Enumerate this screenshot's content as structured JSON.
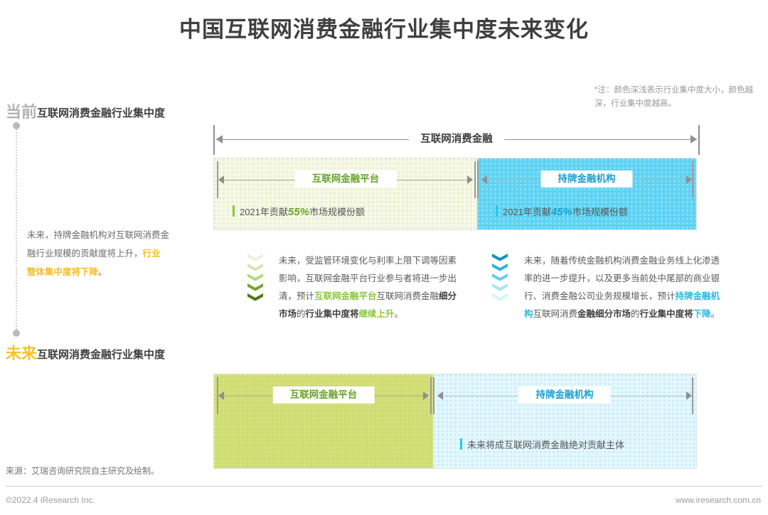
{
  "title": "中国互联网消费金融行业集中度未来变化",
  "note": "*注：颜色深浅表示行业集中度大小，颜色越深，行业集中度越高。",
  "sections": {
    "current": {
      "badge": "当前",
      "label": "互联网消费金融行业集中度"
    },
    "future": {
      "badge": "未来",
      "label": "互联网消费金融行业集中度"
    }
  },
  "left_paragraph": {
    "part1": "未来，持牌金融机构对互联网消费金融行业规模的贡献度将上升，",
    "highlight": "行业整体集中度将下降",
    "part2": "。"
  },
  "current_chart": {
    "overall_label": "互联网消费金融",
    "segments": [
      {
        "label": "互联网金融平台",
        "note_prefix": "2021年贡献",
        "note_value": "55%",
        "note_suffix": "市场规模份额",
        "share": 55,
        "color": "#8cc63e",
        "fill": "light-green"
      },
      {
        "label": "持牌金融机构",
        "note_prefix": "2021年贡献",
        "note_value": "45%",
        "note_suffix": "市场规模份额",
        "share": 45,
        "color": "#22b6e0",
        "fill": "dark-blue"
      }
    ]
  },
  "future_chart": {
    "segments": [
      {
        "label": "互联网金融平台",
        "note": "",
        "share": 45,
        "color": "#6aa32a",
        "fill": "dark-green"
      },
      {
        "label": "持牌金融机构",
        "note": "未来将成互联网消费金融绝对贡献主体",
        "share": 55,
        "color": "#22b6e0",
        "fill": "light-blue"
      }
    ]
  },
  "middle_paragraphs": {
    "left": {
      "p1": "未来，受监管环境变化与利率上限下调等因素影响，互联网金融平台行业参与者将进一步出清，预计",
      "green1": "互联网金融平台",
      "p2": "互联网消费金融",
      "bold1": "细分市场",
      "p3": "的",
      "bold2": "行业集中度将",
      "green2": "继续上升",
      "p4": "。"
    },
    "right": {
      "p1": "未来，随着传统金融机构消费金融业务线上化渗透率的进一步提升，以及更多当前处中尾部的商业银行、消费金融公司业务规模增长，预计",
      "blue1": "持牌金融机构",
      "p2": "互联网消费",
      "bold1": "金融细分市场",
      "p3": "的",
      "bold2": "行业集中度将",
      "blue2": "下降",
      "p4": "。"
    }
  },
  "footer": {
    "source": "来源：艾瑞咨询研究院自主研究及绘制。",
    "copyright": "©2022.4 iResearch Inc.",
    "url": "www.iresearch.com.cn"
  },
  "colors": {
    "green_accent": "#8cc63e",
    "green_dark": "#4f7a1e",
    "blue_accent": "#22b6e0",
    "blue_dark": "#0d8fb8",
    "yellow_accent": "#f5bf1e",
    "gray_text": "#6b6b6b"
  }
}
